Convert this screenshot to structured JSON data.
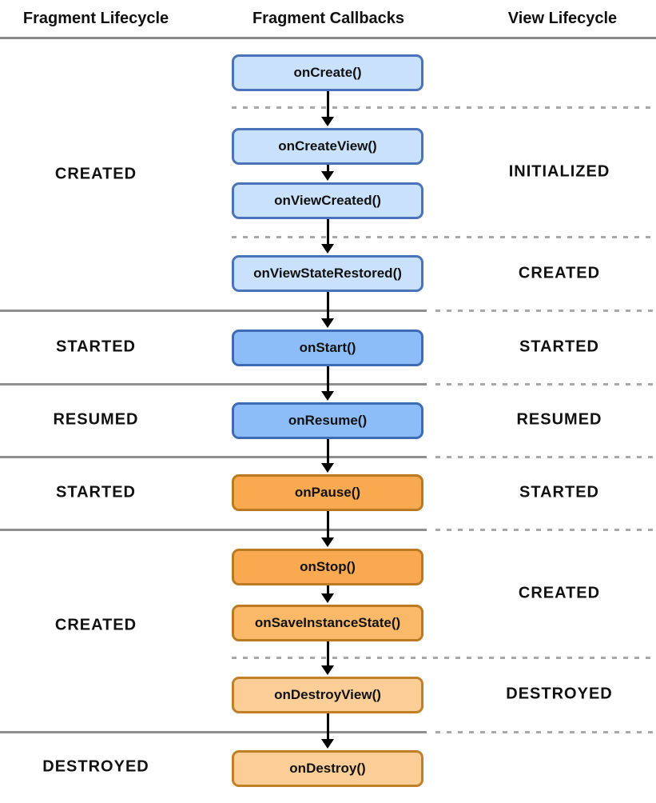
{
  "columns": {
    "left": "Fragment Lifecycle",
    "center": "Fragment Callbacks",
    "right": "View Lifecycle"
  },
  "callbacks": [
    {
      "label": "onCreate()",
      "style": "light-blue"
    },
    {
      "label": "onCreateView()",
      "style": "light-blue"
    },
    {
      "label": "onViewCreated()",
      "style": "light-blue"
    },
    {
      "label": "onViewStateRestored()",
      "style": "light-blue"
    },
    {
      "label": "onStart()",
      "style": "blue"
    },
    {
      "label": "onResume()",
      "style": "blue"
    },
    {
      "label": "onPause()",
      "style": "orange"
    },
    {
      "label": "onStop()",
      "style": "orange"
    },
    {
      "label": "onSaveInstanceState()",
      "style": "mid-orange"
    },
    {
      "label": "onDestroyView()",
      "style": "light-orange"
    },
    {
      "label": "onDestroy()",
      "style": "light-orange"
    }
  ],
  "fragment_states": [
    "CREATED",
    "STARTED",
    "RESUMED",
    "STARTED",
    "CREATED",
    "DESTROYED"
  ],
  "view_states": [
    "INITIALIZED",
    "CREATED",
    "STARTED",
    "RESUMED",
    "STARTED",
    "CREATED",
    "DESTROYED"
  ],
  "colors": {
    "box_light_blue": "#CAE1FB",
    "box_blue": "#8CBDF9",
    "box_orange": "#F9AA50",
    "box_mid_orange": "#FAB968",
    "box_light_orange": "#FBCE97",
    "border_blue": "#4470B6",
    "border_orange": "#BB7A22",
    "line_solid": "#8F8F8F",
    "line_dashed": "#A8A8A8",
    "arrow": "#000000",
    "text": "#111111",
    "background": "#FFFFFF"
  }
}
